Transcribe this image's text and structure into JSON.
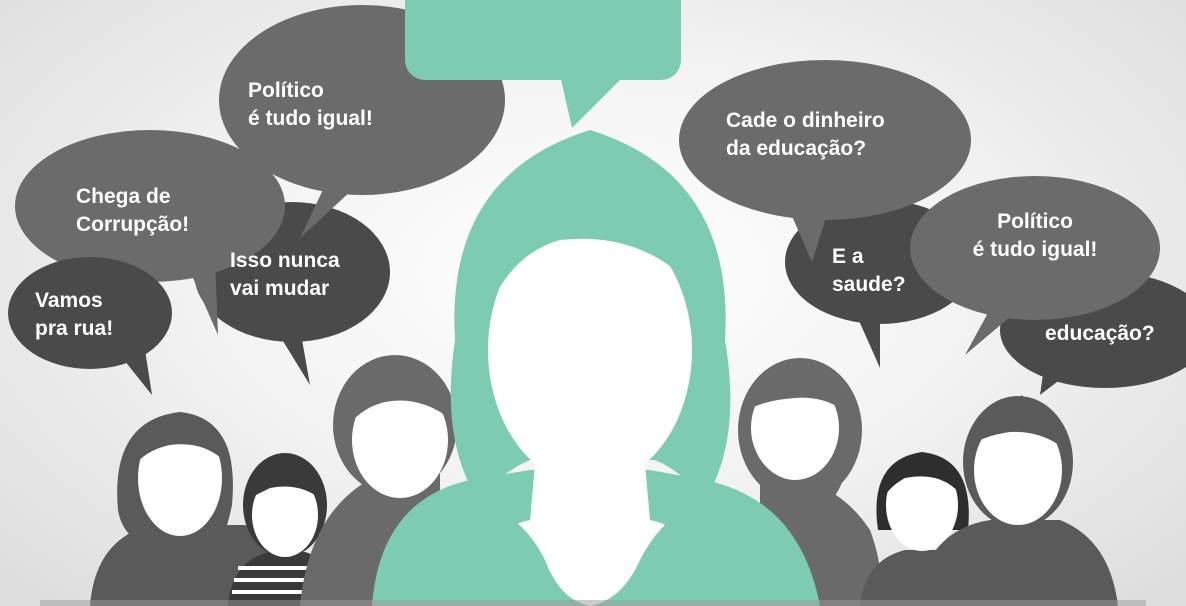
{
  "colors": {
    "teal": "#7ecbb3",
    "bubble_dark": "#4a4a4a",
    "bubble_mid": "#6e6e6e",
    "person_face": "#ffffff",
    "hair_gray": "#5e5e5e"
  },
  "bubbles": {
    "vamos": "Vamos\npra rua!",
    "chega": "Chega de\nCorrupção!",
    "isso": "Isso nunca\nvai mudar",
    "politico_left": "Político\né tudo igual!",
    "cade": "Cade o dinheiro\nda educação?",
    "saude": "E a\nsaude?",
    "politico_right": "Político\né tudo igual!",
    "educacao": "educação?"
  }
}
